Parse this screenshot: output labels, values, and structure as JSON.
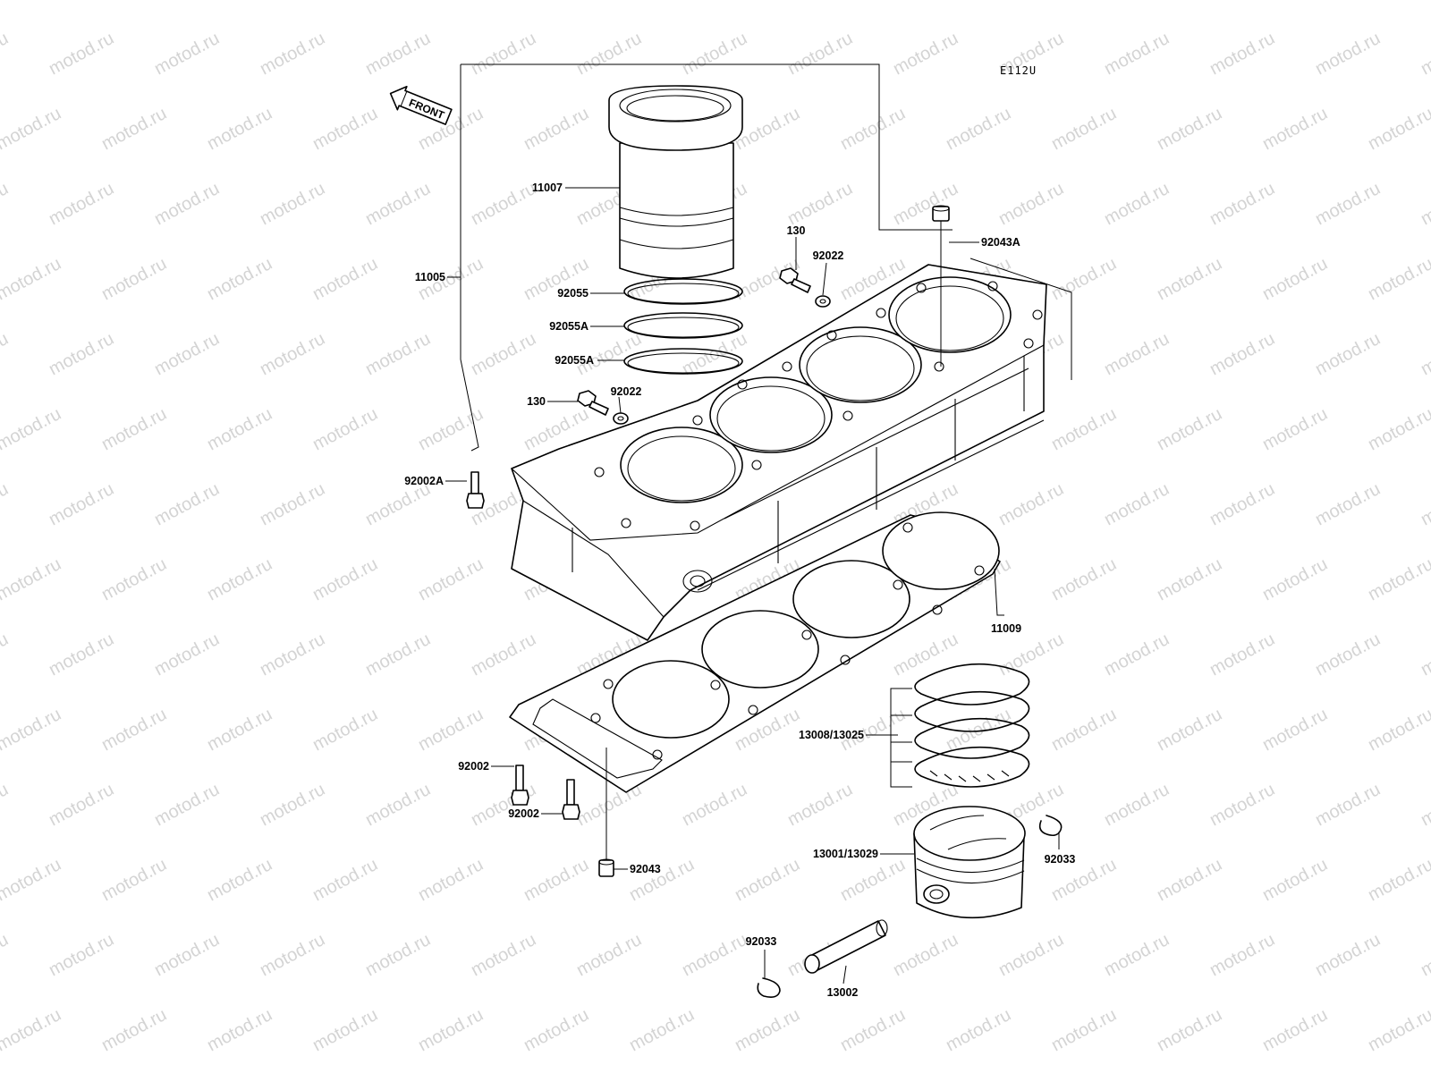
{
  "diagram_code": "E112U",
  "front_arrow_label": "FRONT",
  "watermark_text": "motod.ru",
  "parts": [
    {
      "id": "cylinder-sleeve",
      "label": "11007"
    },
    {
      "id": "cylinder-block",
      "label": "11005"
    },
    {
      "id": "oring-top",
      "label": "92055"
    },
    {
      "id": "oring-middle",
      "label": "92055A"
    },
    {
      "id": "oring-bottom",
      "label": "92055A"
    },
    {
      "id": "bolt-upper",
      "label": "130"
    },
    {
      "id": "washer-upper",
      "label": "92022"
    },
    {
      "id": "bolt-lower",
      "label": "130"
    },
    {
      "id": "washer-lower",
      "label": "92022"
    },
    {
      "id": "dowel-rear",
      "label": "92043A"
    },
    {
      "id": "stud-left",
      "label": "92002A"
    },
    {
      "id": "base-gasket",
      "label": "11009"
    },
    {
      "id": "piston-rings",
      "label": "13008/13025"
    },
    {
      "id": "piston",
      "label": "13001/13029"
    },
    {
      "id": "circlip-right",
      "label": "92033"
    },
    {
      "id": "circlip-left",
      "label": "92033"
    },
    {
      "id": "piston-pin",
      "label": "13002"
    },
    {
      "id": "stud-front-1",
      "label": "92002"
    },
    {
      "id": "stud-front-2",
      "label": "92002"
    },
    {
      "id": "dowel-front",
      "label": "92043"
    }
  ]
}
